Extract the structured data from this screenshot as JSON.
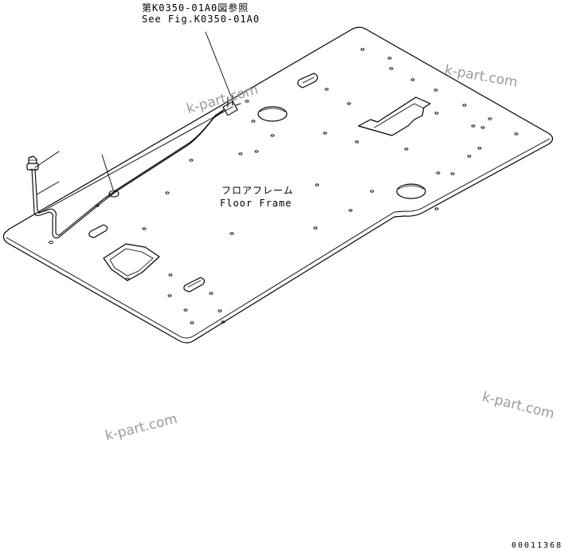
{
  "callout": {
    "ref_jp": "第K0350-01A0図参照",
    "ref_en": "See Fig.K0350-01A0"
  },
  "part": {
    "name_jp": "フロアフレーム",
    "name_en": "Floor Frame"
  },
  "watermarks": [
    "k-part.com",
    "k-part.com",
    "k-part.com",
    "k-part.com"
  ],
  "drawing_number": "00011368",
  "colors": {
    "line": "#000000",
    "watermark": "#9a9a9a",
    "background": "#ffffff"
  }
}
